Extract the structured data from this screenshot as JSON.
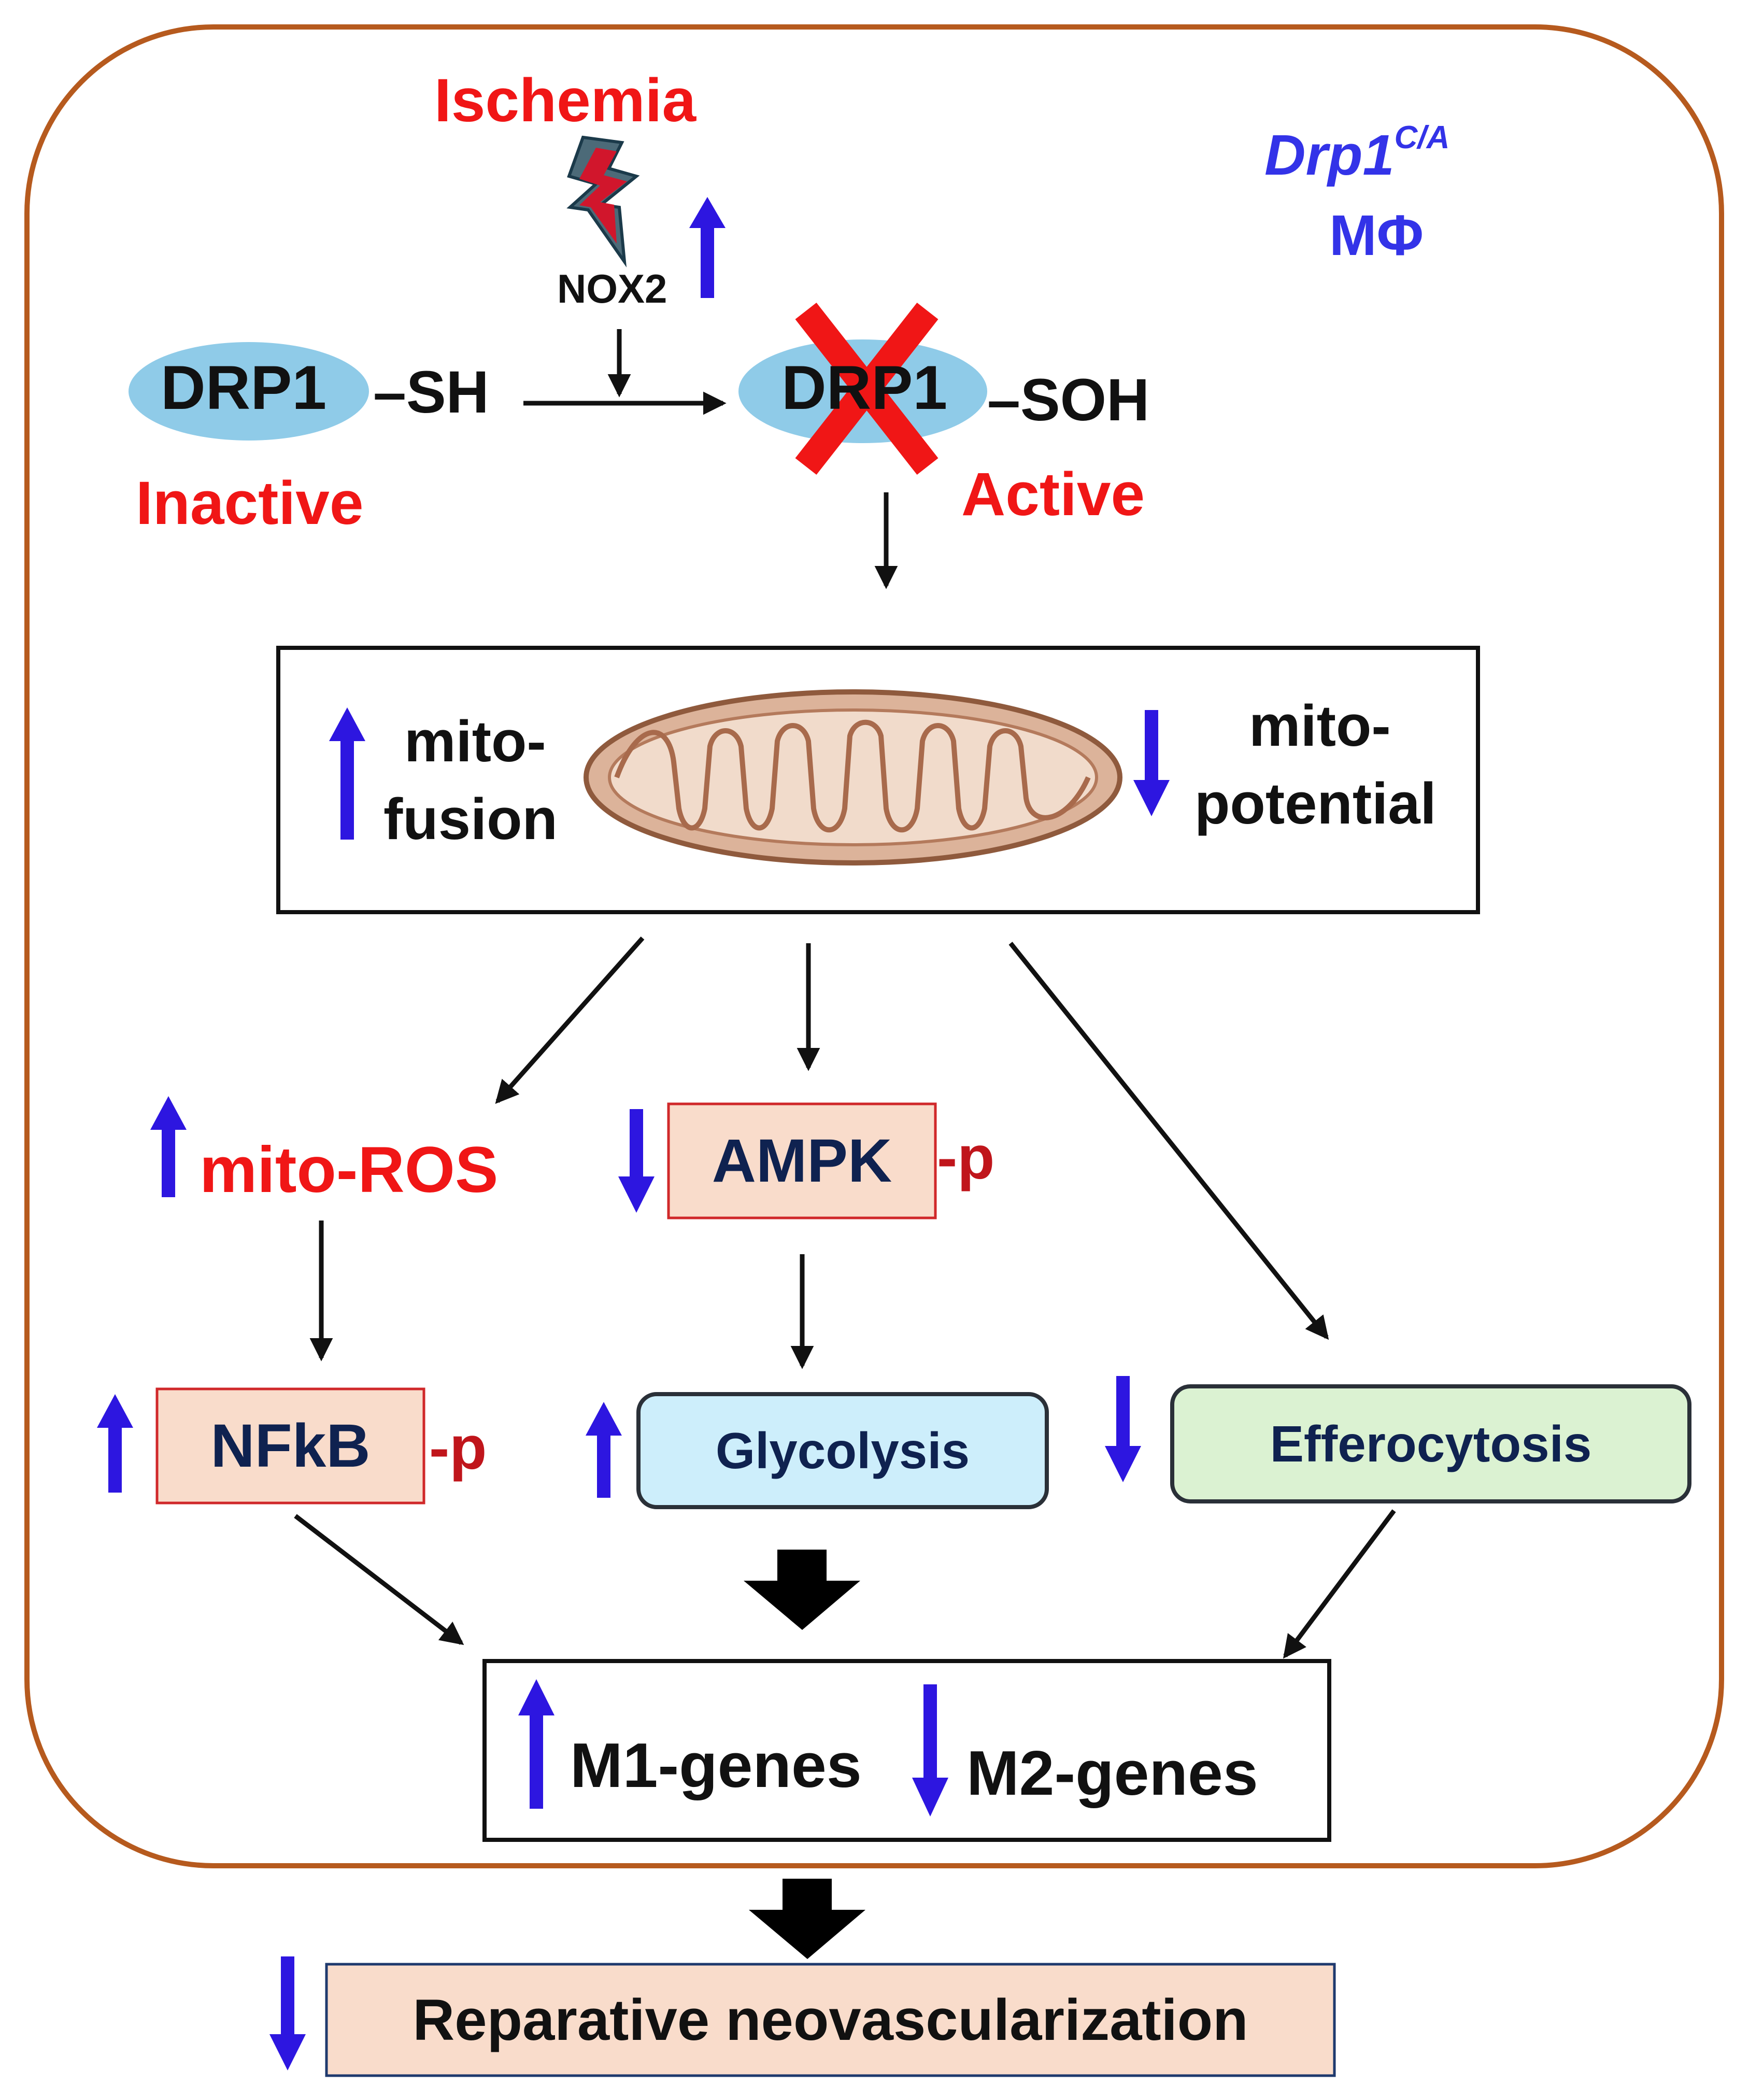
{
  "context": {
    "title": "Drp1",
    "title_superscript": "C/A",
    "cell_type": "MΦ"
  },
  "stimulus": {
    "label": "Ischemia",
    "mediator": "NOX2"
  },
  "drp1": {
    "inactive_protein": "DRP1",
    "inactive_group": "–SH",
    "inactive_state": "Inactive",
    "active_protein": "DRP1",
    "active_group": "–SOH",
    "active_state": "Active"
  },
  "mitochondria": {
    "fusion_label_1": "mito-",
    "fusion_label_2": "fusion",
    "potential_label_1": "mito-",
    "potential_label_2": "potential"
  },
  "pathway": {
    "ros": "mito-ROS",
    "ampk": "AMPK",
    "ampk_suffix": "-p",
    "nfkb": "NFkB",
    "nfkb_suffix": "-p",
    "glycolysis": "Glycolysis",
    "efferocytosis": "Efferocytosis"
  },
  "outcome": {
    "m1": "M1-genes",
    "m2": "M2-genes",
    "final": "Reparative neovascularization"
  },
  "colors": {
    "cell_border": "#b65a1e",
    "up_down_arrows": "#2d16e0",
    "red_text": "#f01616",
    "drp1_ellipse": "#8fcbe8",
    "pink_box": "#f9dccb",
    "glycolysis_box": "#cdeefb",
    "efferocytosis_box": "#dbf2d2"
  }
}
